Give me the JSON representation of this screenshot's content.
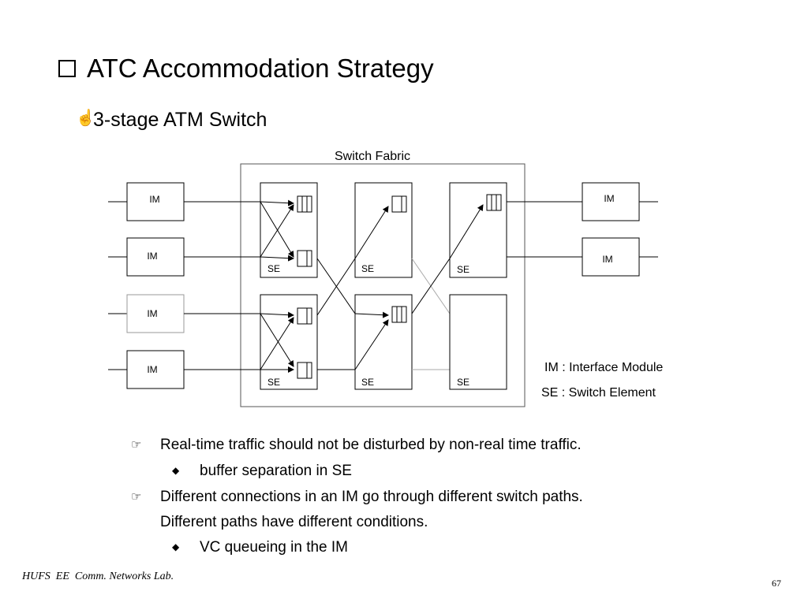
{
  "slide": {
    "title": "ATC Accommodation Strategy",
    "subtitle": "3-stage ATM Switch"
  },
  "diagram": {
    "fabric_label": "Switch Fabric",
    "im_left": [
      "IM",
      "IM",
      "IM",
      "IM"
    ],
    "im_right": [
      "IM",
      "IM"
    ],
    "se_labels": [
      "SE",
      "SE",
      "SE",
      "SE",
      "SE",
      "SE"
    ],
    "legend": {
      "im": "IM : Interface  Module",
      "se": "SE : Switch Element"
    }
  },
  "bullets": [
    {
      "marker": "pointing-hand",
      "text": "Real-time traffic should not be disturbed by non-real time traffic."
    },
    {
      "marker": "diamond",
      "text": "buffer separation in SE"
    },
    {
      "marker": "pointing-hand",
      "text": "Different connections in an IM go through different switch paths."
    },
    {
      "marker": "none",
      "text": "Different paths have different conditions."
    },
    {
      "marker": "diamond",
      "text": "VC queueing in the IM"
    }
  ],
  "footer": {
    "left": "HUFS  EE  Comm. Networks Lab.",
    "page": "67"
  }
}
